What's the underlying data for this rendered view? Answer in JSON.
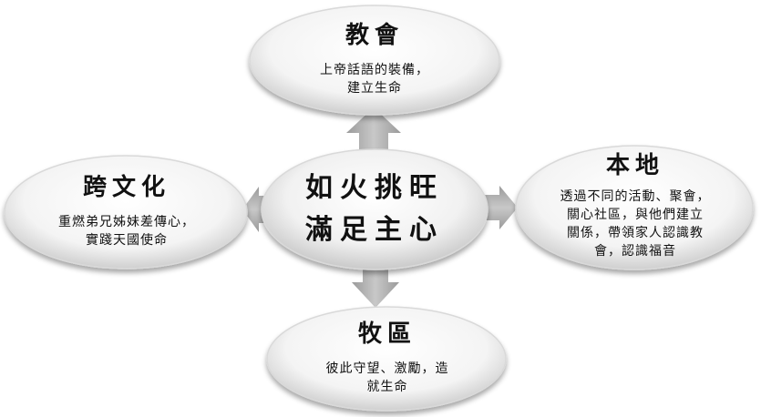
{
  "center": {
    "line1": "如火挑旺",
    "line2": "滿足主心"
  },
  "top": {
    "title": "教會",
    "desc_line1": "上帝話語的裝備，",
    "desc_line2": "建立生命"
  },
  "right": {
    "title": "本地",
    "desc_line1": "透過不同的活動、聚會，",
    "desc_line2": "關心社區，與他們建立",
    "desc_line3": "關係，帶領家人認識教",
    "desc_line4": "會，認識福音"
  },
  "bottom": {
    "title": "牧區",
    "desc_line1": "彼此守望、激勵，造",
    "desc_line2": "就生命"
  },
  "left": {
    "title": "跨文化",
    "desc_line1": "重燃弟兄姊妹差傳心，",
    "desc_line2": "實踐天國使命"
  },
  "colors": {
    "arrow": "#a9a9a9",
    "ellipse_edge": "#cfcfcf",
    "ellipse_fill": "#ffffff"
  }
}
